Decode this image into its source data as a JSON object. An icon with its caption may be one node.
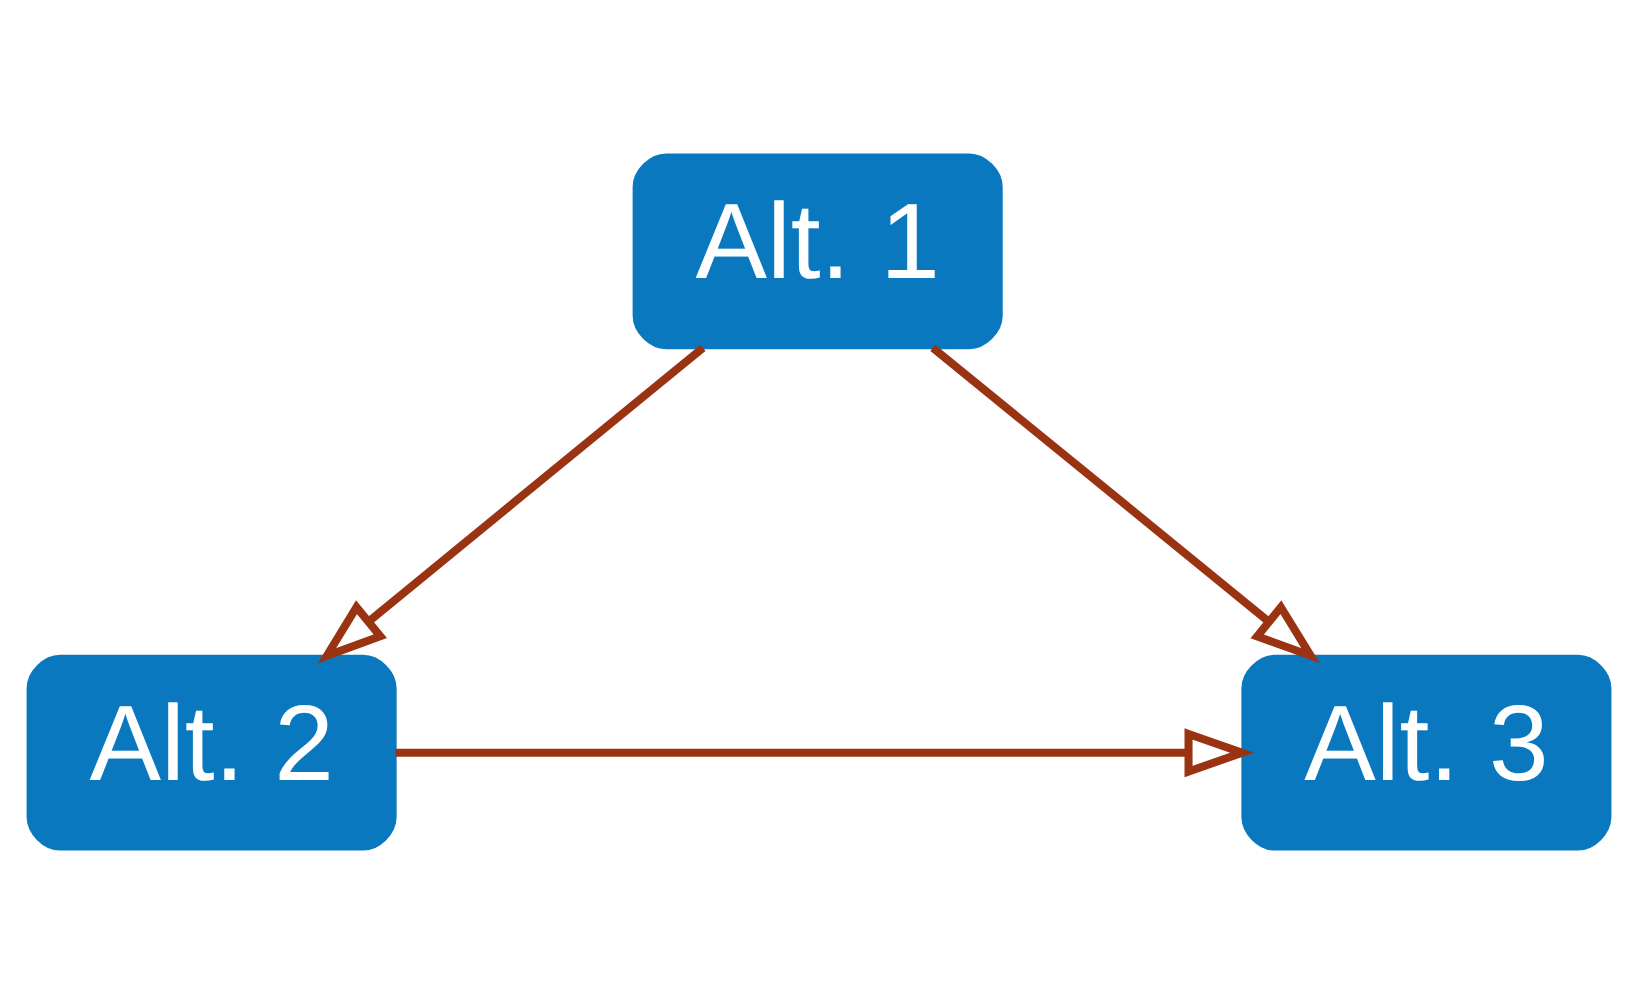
{
  "diagram": {
    "nodes": [
      {
        "text": [
          "Alt. 1"
        ]
      },
      {
        "text": [
          "Alt. 2"
        ]
      },
      {
        "text": [
          "Alt. 3"
        ]
      }
    ],
    "edges": [
      {
        "from": 0,
        "to": 1,
        "arrow": "to"
      },
      {
        "from": 0,
        "to": 2,
        "arrow": "to"
      },
      {
        "from": 1,
        "to": 2,
        "arrow": "to"
      }
    ]
  }
}
